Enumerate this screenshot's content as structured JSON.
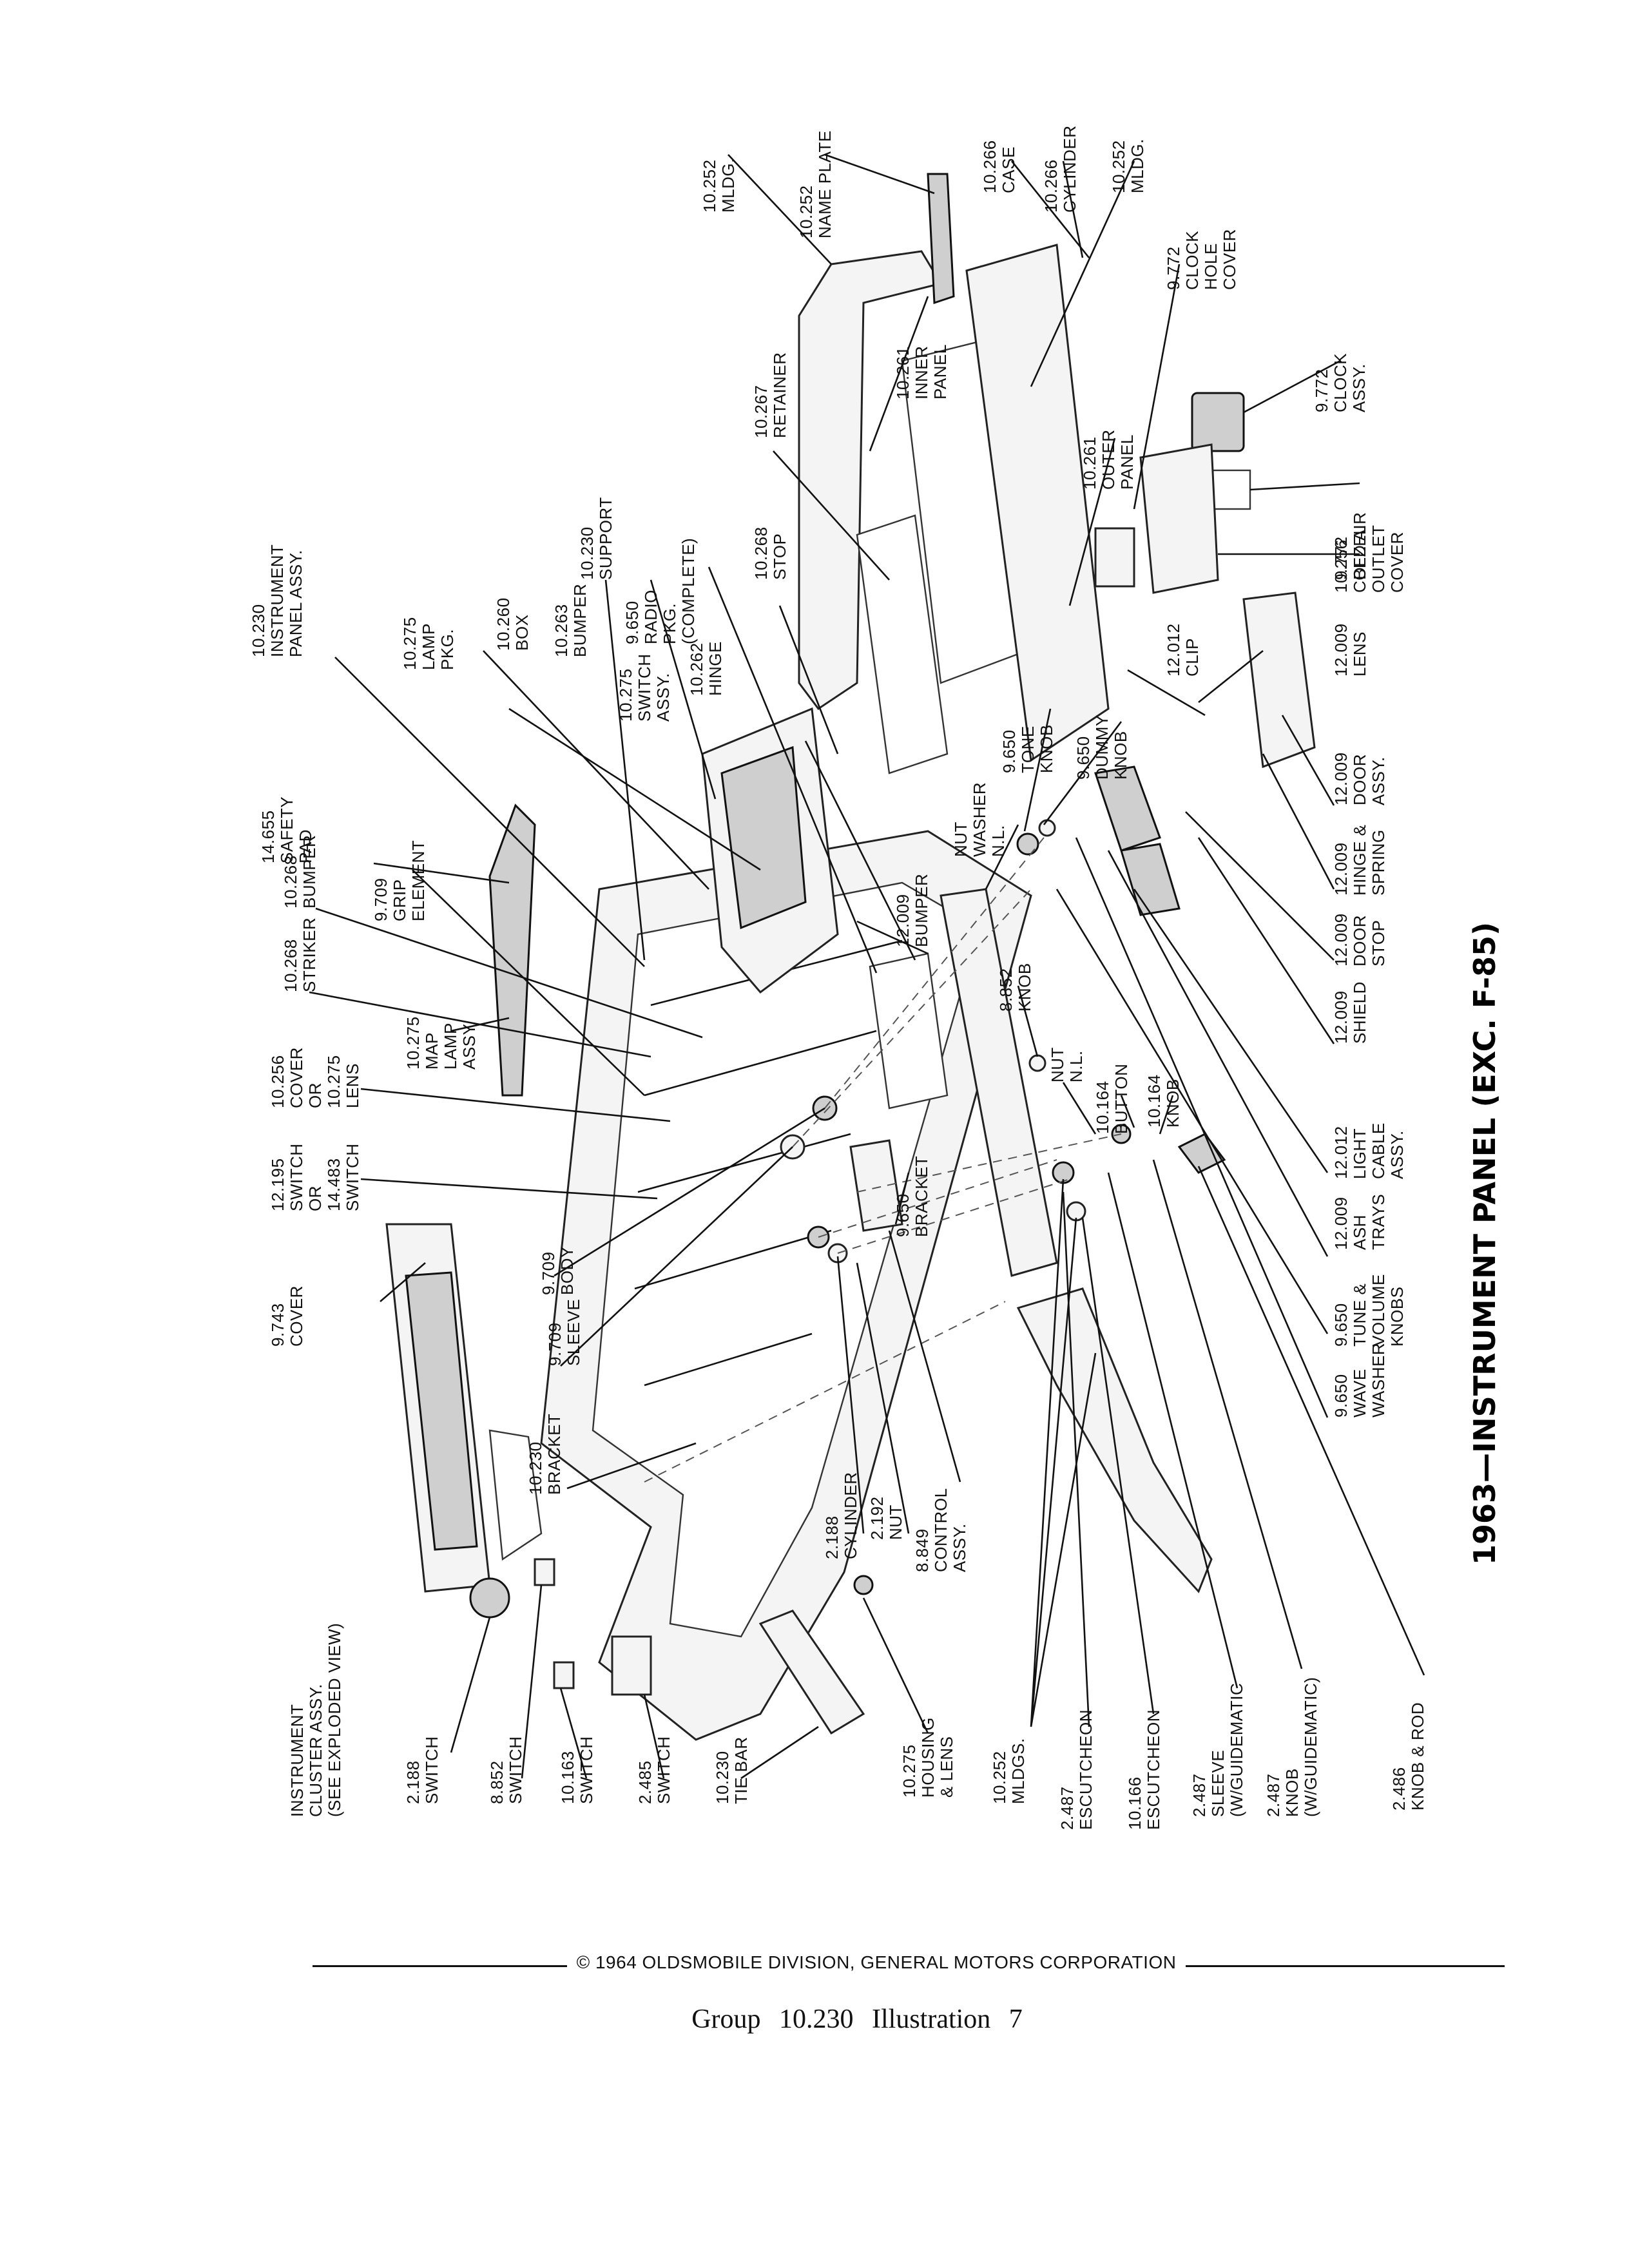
{
  "title": "1963—INSTRUMENT PANEL (EXC. F-85)",
  "labels": [
    {
      "id": "p10252-mldg-top",
      "lines": [
        "10.252",
        "MLDG."
      ]
    },
    {
      "id": "p10252-nameplate",
      "lines": [
        "10.252",
        "NAME PLATE"
      ]
    },
    {
      "id": "p10266-case",
      "lines": [
        "10.266",
        "CASE"
      ]
    },
    {
      "id": "p10266-cylinder",
      "lines": [
        "10.266",
        "CYLINDER"
      ]
    },
    {
      "id": "p10252-mldg-right",
      "lines": [
        "10.252",
        "MLDG."
      ]
    },
    {
      "id": "p9772-clock-hole",
      "lines": [
        "9.772",
        "CLOCK",
        "HOLE",
        "COVER"
      ]
    },
    {
      "id": "p10261-inner",
      "lines": [
        "10.261",
        "INNER",
        "PANEL"
      ]
    },
    {
      "id": "p10267-retainer",
      "lines": [
        "10.267",
        "RETAINER"
      ]
    },
    {
      "id": "p9772-clock",
      "lines": [
        "9.772",
        "CLOCK",
        "ASSY."
      ]
    },
    {
      "id": "p10261-outer",
      "lines": [
        "10.261",
        "OUTER",
        "PANEL"
      ]
    },
    {
      "id": "p10256-cold-air",
      "lines": [
        "10.256",
        "COLD AIR",
        "OUTLET",
        "COVER"
      ]
    },
    {
      "id": "p10230-support",
      "lines": [
        "10.230",
        "SUPPORT"
      ]
    },
    {
      "id": "p9650-radio",
      "lines": [
        "9.650",
        "RADIO",
        "PKG.",
        "(COMPLETE)"
      ]
    },
    {
      "id": "p10268-stop",
      "lines": [
        "10.268",
        "STOP"
      ]
    },
    {
      "id": "p9772-bezel",
      "lines": [
        "9.772",
        "BEZEL"
      ]
    },
    {
      "id": "p10230-ip-assy",
      "lines": [
        "10.230",
        "INSTRUMENT",
        "PANEL ASSY."
      ]
    },
    {
      "id": "p10275-lamp-pkg",
      "lines": [
        "10.275",
        "LAMP",
        "PKG."
      ]
    },
    {
      "id": "p10260-box",
      "lines": [
        "10.260",
        "BOX"
      ]
    },
    {
      "id": "p10263-bumper",
      "lines": [
        "10.263",
        "BUMPER"
      ]
    },
    {
      "id": "p10275-switch",
      "lines": [
        "10.275",
        "SWITCH",
        "ASSY."
      ]
    },
    {
      "id": "p10262-hinge",
      "lines": [
        "10.262",
        "HINGE"
      ]
    },
    {
      "id": "p12012-clip",
      "lines": [
        "12.012",
        "CLIP"
      ]
    },
    {
      "id": "p12009-lens",
      "lines": [
        "12.009",
        "LENS"
      ]
    },
    {
      "id": "p9650-tone",
      "lines": [
        "9.650",
        "TONE",
        "KNOB"
      ]
    },
    {
      "id": "p9650-dummy",
      "lines": [
        "9.650",
        "DUMMY",
        "KNOB"
      ]
    },
    {
      "id": "p14655-pad",
      "lines": [
        "14.655",
        "SAFETY",
        "PAD"
      ]
    },
    {
      "id": "p9709-grip",
      "lines": [
        "9.709",
        "GRIP",
        "ELEMENT"
      ]
    },
    {
      "id": "p-nut-washer",
      "lines": [
        "NUT",
        "WASHER",
        "N.L."
      ]
    },
    {
      "id": "p12009-door",
      "lines": [
        "12.009",
        "DOOR",
        "ASSY."
      ]
    },
    {
      "id": "p10268-bumper",
      "lines": [
        "10.268",
        "BUMPER"
      ]
    },
    {
      "id": "p12009-bumper",
      "lines": [
        "12.009",
        "BUMPER"
      ]
    },
    {
      "id": "p12009-hinge",
      "lines": [
        "12.009",
        "HINGE &",
        "SPRING"
      ]
    },
    {
      "id": "p10268-striker",
      "lines": [
        "10.268",
        "STRIKER"
      ]
    },
    {
      "id": "p8852-knob",
      "lines": [
        "8.852",
        "KNOB"
      ]
    },
    {
      "id": "p12009-doorstop",
      "lines": [
        "12.009",
        "DOOR",
        "STOP"
      ]
    },
    {
      "id": "p10256-cover",
      "lines": [
        "10.256",
        "COVER",
        "OR",
        "10.275",
        "LENS"
      ]
    },
    {
      "id": "p10275-map",
      "lines": [
        "10.275",
        "MAP",
        "LAMP",
        "ASSY."
      ]
    },
    {
      "id": "p-nut-nl",
      "lines": [
        "NUT",
        "N.L."
      ]
    },
    {
      "id": "p10164-button",
      "lines": [
        "10.164",
        "BUTTON"
      ]
    },
    {
      "id": "p10164-knob",
      "lines": [
        "10.164",
        "KNOB"
      ]
    },
    {
      "id": "p12009-shield",
      "lines": [
        "12.009",
        "SHIELD"
      ]
    },
    {
      "id": "p12012-cable",
      "lines": [
        "12.012",
        "LIGHT",
        "CABLE",
        "ASSY."
      ]
    },
    {
      "id": "p12195-switch",
      "lines": [
        "12.195",
        "SWITCH",
        "OR",
        "14.483",
        "SWITCH"
      ]
    },
    {
      "id": "p12009-ash",
      "lines": [
        "12.009",
        "ASH",
        "TRAYS"
      ]
    },
    {
      "id": "p9709-body",
      "lines": [
        "9.709",
        "BODY"
      ]
    },
    {
      "id": "p9650-bracket",
      "lines": [
        "9.650",
        "BRACKET"
      ]
    },
    {
      "id": "p9650-tune",
      "lines": [
        "9.650",
        "TUNE &",
        "VOLUME",
        "KNOBS"
      ]
    },
    {
      "id": "p9743-cover",
      "lines": [
        "9.743",
        "COVER"
      ]
    },
    {
      "id": "p9709-sleeve",
      "lines": [
        "9.709",
        "SLEEVE"
      ]
    },
    {
      "id": "p9650-wave",
      "lines": [
        "9.650",
        "WAVE",
        "WASHER"
      ]
    },
    {
      "id": "p10230-bracket",
      "lines": [
        "10.230",
        "BRACKET"
      ]
    },
    {
      "id": "p2188-cylinder",
      "lines": [
        "2.188",
        "CYLINDER"
      ]
    },
    {
      "id": "p2192-nut",
      "lines": [
        "2.192",
        "NUT"
      ]
    },
    {
      "id": "p8849-control",
      "lines": [
        "8.849",
        "CONTROL",
        "ASSY."
      ]
    },
    {
      "id": "p-cluster",
      "lines": [
        "INSTRUMENT",
        "CLUSTER ASSY.",
        "(SEE EXPLODED VIEW)"
      ]
    },
    {
      "id": "p2188-switch",
      "lines": [
        "2.188",
        "SWITCH"
      ]
    },
    {
      "id": "p8852-switch",
      "lines": [
        "8.852",
        "SWITCH"
      ]
    },
    {
      "id": "p10163-switch",
      "lines": [
        "10.163",
        "SWITCH"
      ]
    },
    {
      "id": "p2485-switch",
      "lines": [
        "2.485",
        "SWITCH"
      ]
    },
    {
      "id": "p10230-tiebar",
      "lines": [
        "10.230",
        "TIE BAR"
      ]
    },
    {
      "id": "p10275-housing",
      "lines": [
        "10.275",
        "HOUSING",
        "& LENS"
      ]
    },
    {
      "id": "p10252-mldgs",
      "lines": [
        "10.252",
        "MLDGS."
      ]
    },
    {
      "id": "p2487-escutcheon",
      "lines": [
        "2.487",
        "ESCUTCHEON"
      ]
    },
    {
      "id": "p10166-escutcheon",
      "lines": [
        "10.166",
        "ESCUTCHEON"
      ]
    },
    {
      "id": "p2487-sleeve",
      "lines": [
        "2.487",
        "SLEEVE",
        "(W/GUIDEMATIC"
      ]
    },
    {
      "id": "p2487-knob",
      "lines": [
        "2.487",
        "KNOB",
        "(W/GUIDEMATIC)"
      ]
    },
    {
      "id": "p2486-knob-rod",
      "lines": [
        "2.486",
        "KNOB & ROD"
      ]
    }
  ],
  "footer": {
    "copyright": "© 1964 OLDSMOBILE DIVISION, GENERAL MOTORS CORPORATION",
    "caption": "Group 10.230 Illustration 7"
  }
}
